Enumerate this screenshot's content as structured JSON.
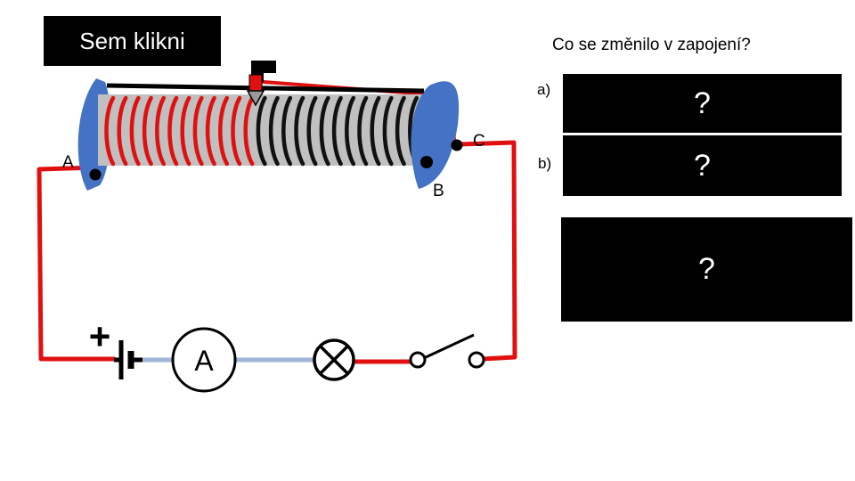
{
  "button": {
    "label": "Sem klikni"
  },
  "question": {
    "text": "Co se změnilo v zapojení?"
  },
  "answers": [
    {
      "label": "a)",
      "hidden_text": "?"
    },
    {
      "label": "b)",
      "hidden_text": "?"
    }
  ],
  "summary": {
    "hidden_text": "?"
  },
  "diagram": {
    "points": {
      "a": "A",
      "b": "B",
      "c": "C"
    },
    "ammeter_symbol": "A",
    "battery_plus": "+"
  },
  "colors": {
    "wire_active": "#e01010",
    "wire_inactive": "#9fb4d6",
    "coil_active": "#e01010",
    "coil_inactive": "#111111",
    "core": "#c0c0c0",
    "end_cap": "#4472c4",
    "cover": "#000000"
  }
}
